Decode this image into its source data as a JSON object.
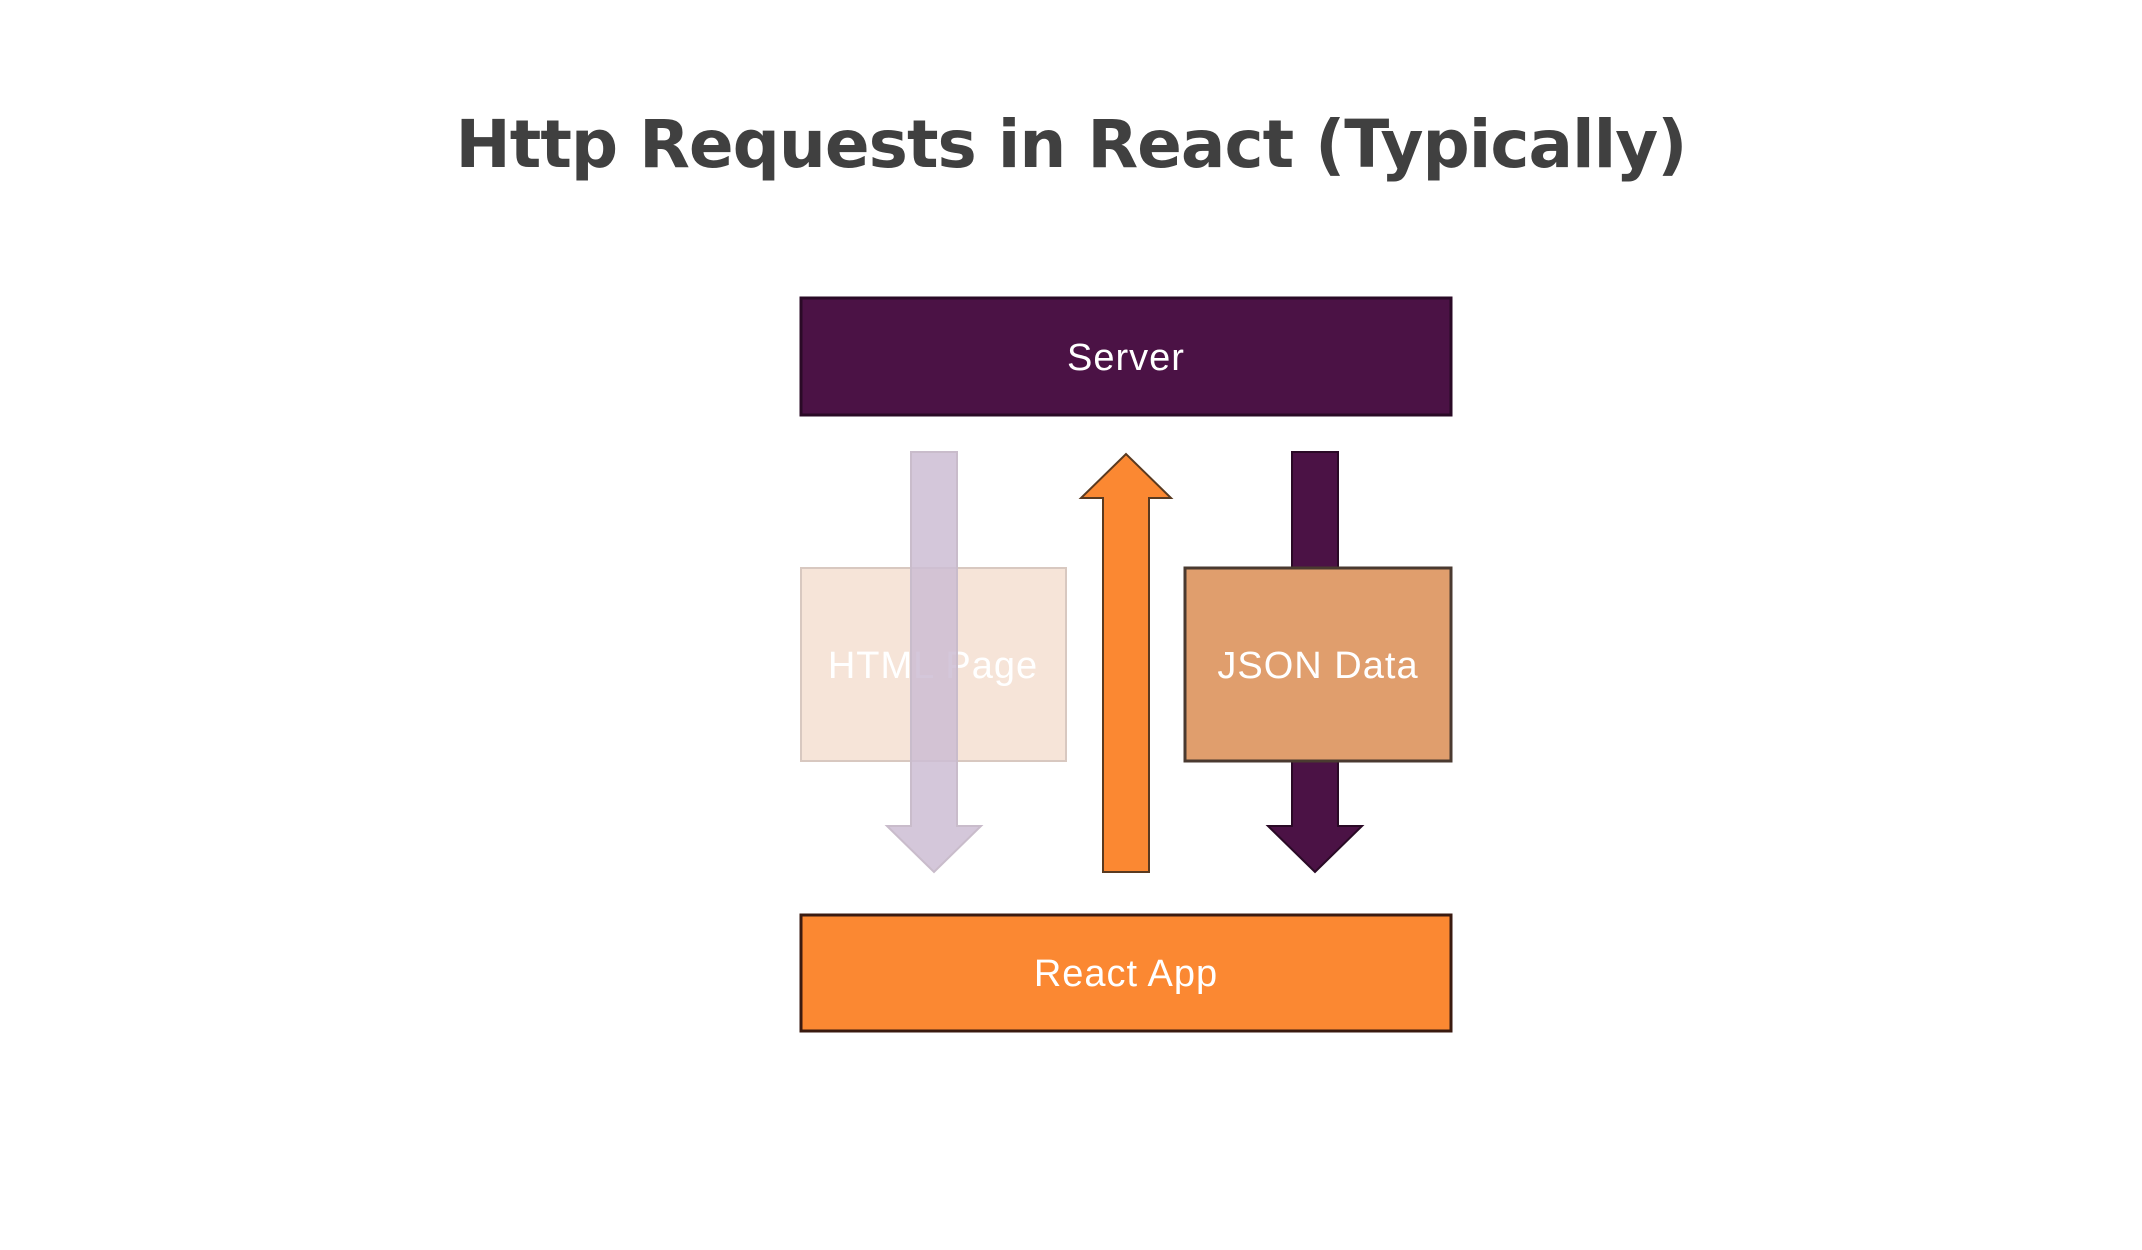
{
  "slide": {
    "title": "Http Requests in React (Typically)"
  },
  "diagram": {
    "server_label": "Server",
    "react_app_label": "React App",
    "html_page_label": "HTML Page",
    "json_data_label": "JSON Data"
  },
  "colors": {
    "title_text": "#404040",
    "server_fill": "#4b1245",
    "react_app_fill": "#fb8832",
    "html_page_fill": "#f6e4d8",
    "html_page_arrow": "#cdbdd4",
    "json_data_fill": "#e09e6d",
    "request_arrow": "#fb8832",
    "json_arrow": "#4b1245"
  }
}
